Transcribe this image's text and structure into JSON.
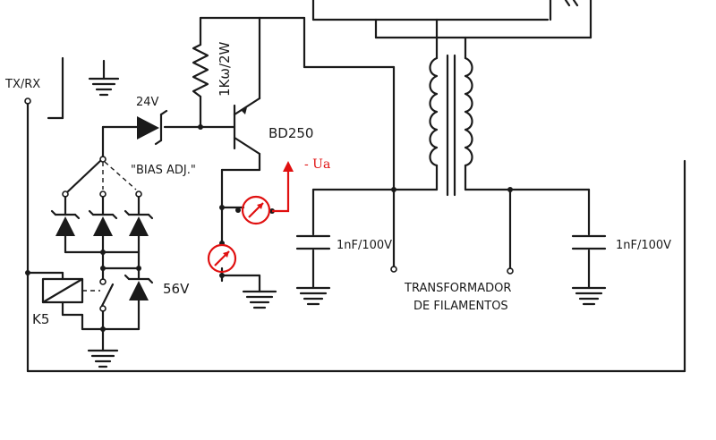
{
  "labels": {
    "txrx": "TX/RX",
    "zener_24": "24V",
    "resistor": "1Kω/2W",
    "transistor": "BD250",
    "bias_adj": "\"BIAS ADJ.\"",
    "ua": "- Ua",
    "zener_56": "56V",
    "relay": "K5",
    "cap_left": "1nF/100V",
    "cap_right": "1nF/100V",
    "transformer_line1": "TRANSFORMADOR",
    "transformer_line2": "DE FILAMENTOS"
  },
  "colors": {
    "ink": "#1a1a1a",
    "meter": "#e01010"
  },
  "icons": {
    "meter_symbol": "ammeter-icon",
    "ground_symbol": "ground-icon",
    "zener_symbol": "zener-diode-icon"
  }
}
